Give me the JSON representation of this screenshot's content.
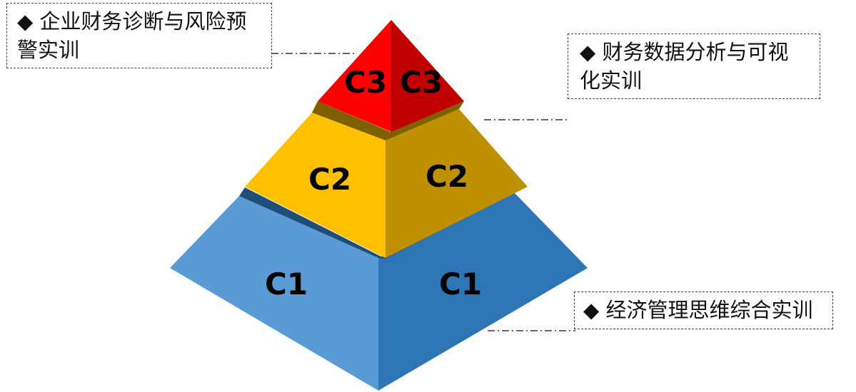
{
  "pyramid": {
    "tiers": [
      {
        "id": "top",
        "left_label": "C3",
        "right_label": "C3",
        "colors": {
          "left": "#ff0000",
          "right": "#c00000",
          "ledge": "#7f6000"
        }
      },
      {
        "id": "middle",
        "left_label": "C2",
        "right_label": "C2",
        "colors": {
          "left": "#ffc000",
          "right": "#bf9000",
          "ledge": "#1f4e79"
        }
      },
      {
        "id": "bottom",
        "left_label": "C1",
        "right_label": "C1",
        "colors": {
          "left": "#5b9bd5",
          "right": "#2e75b6"
        }
      }
    ]
  },
  "callouts": {
    "top": {
      "text": "◆ 企业财务诊断与风险预警实训"
    },
    "middle": {
      "text": "◆ 财务数据分析与可视化实训"
    },
    "bottom": {
      "text": "◆ 经济管理思维综合实训"
    }
  }
}
